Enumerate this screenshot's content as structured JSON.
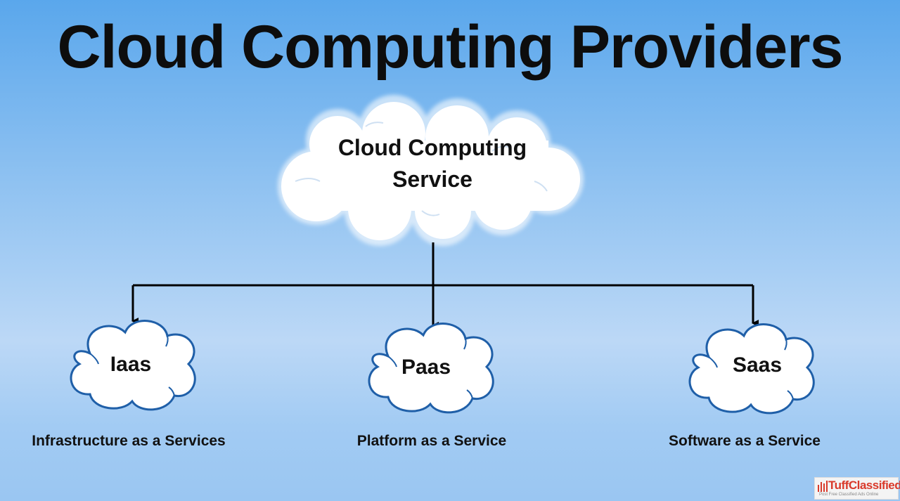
{
  "title": "Cloud Computing Providers",
  "root": {
    "line1": "Cloud Computing",
    "line2": "Service"
  },
  "nodes": [
    {
      "label": "Iaas",
      "caption": "Infrastructure as a Services"
    },
    {
      "label": "Paas",
      "caption": "Platform as a Service"
    },
    {
      "label": "Saas",
      "caption": "Software as a Service"
    }
  ],
  "watermark": {
    "brand": "TuffClassified",
    "tagline": "Post Free Classified Ads Online"
  },
  "colors": {
    "cloud_fill": "#ffffff",
    "cloud_outline": "#1f5fa8",
    "connector": "#000000",
    "watermark_brand": "#d93a2b"
  }
}
